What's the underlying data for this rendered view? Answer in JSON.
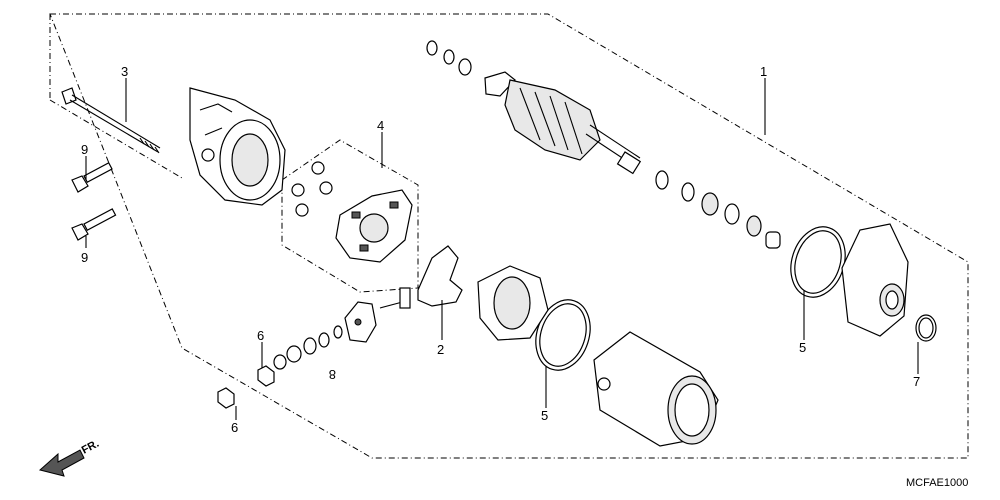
{
  "callouts": {
    "c1": "1",
    "c2": "2",
    "c3": "3",
    "c4": "4",
    "c5a": "5",
    "c5b": "5",
    "c6a": "6",
    "c6b": "6",
    "c7": "7",
    "c8": "8",
    "c9a": "9",
    "c9b": "9"
  },
  "front_marker": "FR.",
  "diagram_code": "MCFAE1000"
}
